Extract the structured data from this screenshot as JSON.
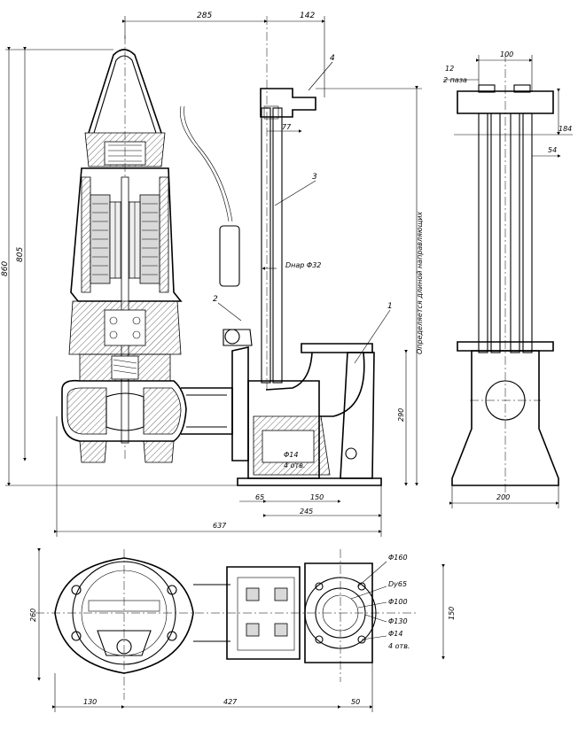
{
  "dimensions": {
    "top_285": "285",
    "top_142": "142",
    "left_860": "860",
    "left_805": "805",
    "guide_77": "77",
    "d_32": "Dнар Φ32",
    "right_290": "290",
    "hole_d14": "Φ14",
    "hole_count": "4 отв.",
    "bottom_65": "65",
    "bottom_150": "150",
    "bottom_245": "245",
    "bottom_637": "637",
    "side_100": "100",
    "side_12": "12",
    "side_slots": "2 паза",
    "side_184": "184",
    "side_54": "54",
    "side_200": "200",
    "plan_d160": "Φ160",
    "plan_dy65": "Dy65",
    "plan_d100": "Φ100",
    "plan_d130": "Φ130",
    "plan_d14": "Φ14",
    "plan_holes": "4 отв.",
    "plan_150": "150",
    "plan_260": "260",
    "plan_130": "130",
    "plan_427": "427",
    "plan_50": "50"
  },
  "notes": {
    "length_note": "Определяется длиной направляющих"
  },
  "positions": {
    "p1": "1",
    "p2": "2",
    "p3": "3",
    "p4": "4"
  }
}
